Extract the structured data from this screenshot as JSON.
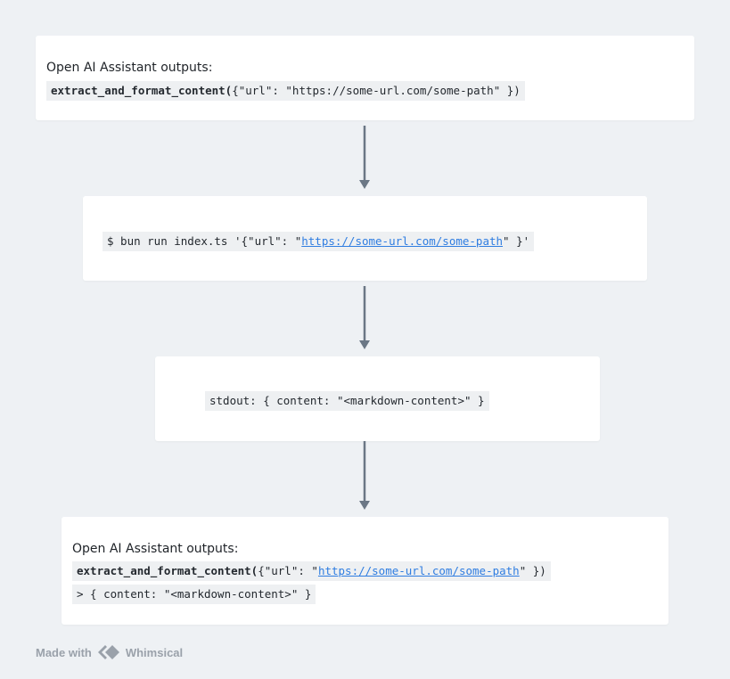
{
  "cards": {
    "c1": {
      "heading": "Open AI Assistant outputs:",
      "fn": "extract_and_format_content(",
      "args": "{\"url\": \"https://some-url.com/some-path\" })"
    },
    "c2": {
      "pre": "$ bun run index.ts '{\"url\": \"",
      "link": "https://some-url.com/some-path",
      "post": "\" }'"
    },
    "c3": {
      "code": "stdout: { content: \"<markdown-content>\" }"
    },
    "c4": {
      "heading": "Open AI Assistant outputs:",
      "fn": "extract_and_format_content(",
      "pre": "{\"url\": \"",
      "link": "https://some-url.com/some-path",
      "post": "\" })",
      "result": "> { content: \"<markdown-content>\" }"
    }
  },
  "footer": {
    "made_with": "Made with",
    "brand": "Whimsical",
    "logo_icon": "whimsical-logo-icon"
  },
  "colors": {
    "background": "#eef1f4",
    "card": "#ffffff",
    "arrow": "#6b7785",
    "link": "#2f7de1",
    "code_bg": "#eef0f2"
  }
}
